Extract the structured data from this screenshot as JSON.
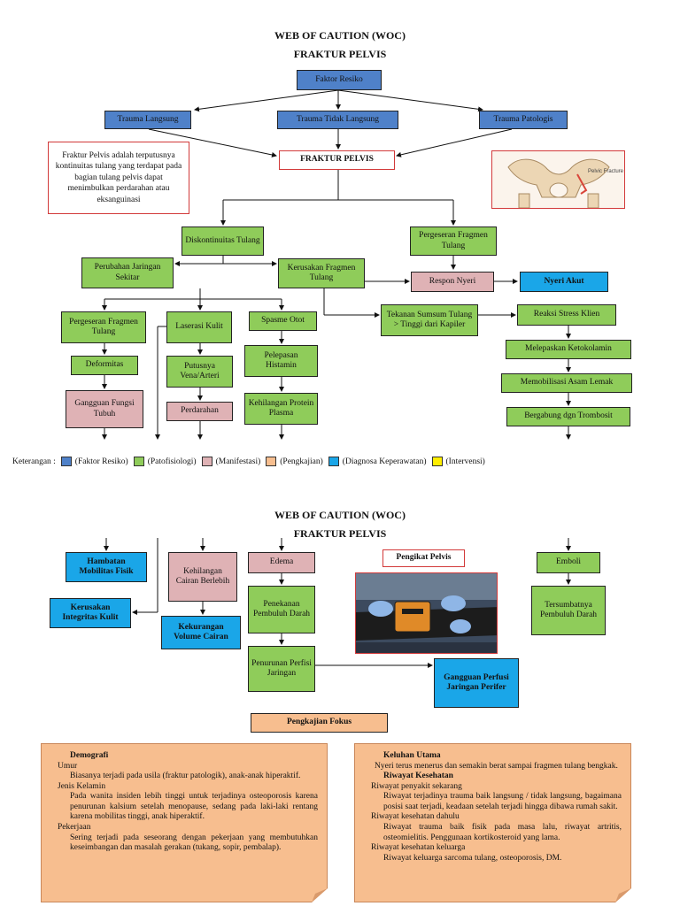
{
  "titles": {
    "woc": "WEB OF CAUTION (WOC)",
    "fraktur": "FRAKTUR PELVIS"
  },
  "nodes": {
    "faktor_resiko": "Faktor Resiko",
    "trauma_langsung": "Trauma Langsung",
    "trauma_tidak_langsung": "Trauma Tidak Langsung",
    "trauma_patologis": "Trauma Patologis",
    "fraktur_pelvis": "FRAKTUR PELVIS",
    "diskontinuitas": "Diskontinuitas Tulang",
    "pergeseran_fragmen_top": "Pergeseran Fragmen Tulang",
    "perubahan_jaringan": "Perubahan Jaringan Sekitar",
    "kerusakan_fragmen": "Kerusakan Fragmen Tulang",
    "respon_nyeri": "Respon Nyeri",
    "nyeri_akut": "Nyeri Akut",
    "pergeseran_fragmen_left": "Pergeseran Fragmen Tulang",
    "laserasi_kulit": "Laserasi Kulit",
    "spasme_otot": "Spasme Otot",
    "tekanan_sumsum": "Tekanan Sumsum Tulang > Tinggi dari Kapiler",
    "reaksi_stress": "Reaksi Stress Klien",
    "deformitas": "Deformitas",
    "putusnya_vena": "Putusnya Vena/Arteri",
    "pelepasan_histamin": "Pelepasan Histamin",
    "melepaskan_ketokolamin": "Melepaskan Ketokolamin",
    "gangguan_fungsi": "Gangguan Fungsi Tubuh",
    "perdarahan": "Perdarahan",
    "kehilangan_protein": "Kehilangan Protein Plasma",
    "memobilisasi_asam": "Memobilisasi Asam Lemak",
    "bergabung_trombosit": "Bergabung dgn Trombosit",
    "hambatan_mobilitas": "Hambatan Mobilitas Fisik",
    "kerusakan_integritas": "Kerusakan Integritas Kulit",
    "kehilangan_cairan": "Kehilangan Cairan Berlebih",
    "kekurangan_volume": "Kekurangan Volume Cairan",
    "edema": "Edema",
    "penekanan_pembuluh": "Penekanan Pembuluh Darah",
    "penurunan_perfusi": "Penurunan Perfisi Jaringan",
    "gangguan_perfusi": "Gangguan Perfusi Jaringan Perifer",
    "pengikat_pelvis": "Pengikat Pelvis",
    "emboli": "Emboli",
    "tersumbatnya": "Tersumbatnya Pembuluh Darah",
    "pengkajian_fokus": "Pengkajian Fokus"
  },
  "definition_note": "Fraktur Pelvis adalah terputusnya kontinuitas tulang yang terdapat pada bagian tulang pelvis dapat menimbulkan perdarahan atau eksanguinasi",
  "image_caption": "Pelvic Fracture",
  "legend": {
    "prefix": "Keterangan :",
    "items": [
      {
        "label": "(Faktor Resiko)",
        "color": "#4f81c9"
      },
      {
        "label": "(Patofisiologi)",
        "color": "#8fcc5a"
      },
      {
        "label": "(Manifestasi)",
        "color": "#dfb2b5"
      },
      {
        "label": "(Pengkajian)",
        "color": "#f7be8f"
      },
      {
        "label": "(Diagnosa Keperawatan)",
        "color": "#1aa6e8"
      },
      {
        "label": "(Intervensi)",
        "color": "#ffee00"
      }
    ]
  },
  "panel_left": {
    "heading": "Demografi",
    "umur_label": "Umur",
    "umur_text": "Biasanya terjadi pada usila (fraktur patologik), anak-anak hiperaktif.",
    "jk_label": "Jenis Kelamin",
    "jk_text": "Pada wanita insiden lebih tinggi untuk terjadinya osteoporosis karena penurunan kalsium setelah menopause, sedang pada laki-laki rentang karena mobilitas tinggi, anak hiperaktif.",
    "pekerjaan_label": "Pekerjaan",
    "pekerjaan_text": "Sering terjadi pada seseorang dengan pekerjaan yang membutuhkan keseimbangan dan masalah gerakan (tukang, sopir, pembalap)."
  },
  "panel_right": {
    "keluhan_heading": "Keluhan Utama",
    "keluhan_text": "Nyeri terus menerus dan semakin berat sampai fragmen tulang bengkak.",
    "riwayat_heading": "Riwayat Kesehatan",
    "sekarang_label": "Riwayat penyakit sekarang",
    "sekarang_text": "Riwayat terjadinya trauma baik langsung / tidak langsung, bagaimana posisi saat terjadi, keadaan setelah terjadi hingga dibawa rumah sakit.",
    "dahulu_label": "Riwayat kesehatan dahulu",
    "dahulu_text": "Riwayat trauma baik fisik pada masa lalu, riwayat artritis, osteomielitis. Penggunaan kortikosteroid yang lama.",
    "keluarga_label": "Riwayat kesehatan keluarga",
    "keluarga_text": "Riwayat keluarga sarcoma tulang, osteoporosis, DM."
  }
}
